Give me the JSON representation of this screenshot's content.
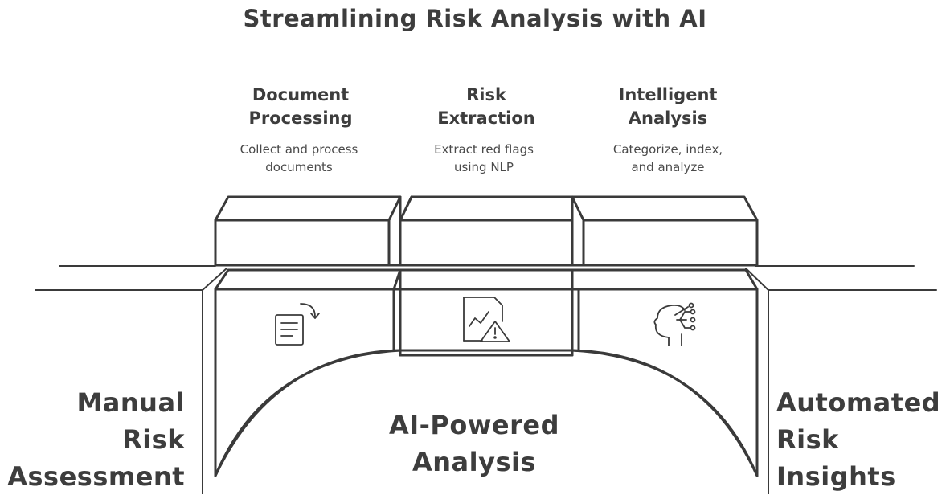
{
  "title": "Streamlining Risk Analysis with AI",
  "steps": [
    {
      "title_line1": "Document",
      "title_line2": "Processing",
      "desc_line1": "Collect and process",
      "desc_line2": "documents",
      "icon": "document-process-icon"
    },
    {
      "title_line1": "Risk",
      "title_line2": "Extraction",
      "desc_line1": "Extract red flags",
      "desc_line2": "using NLP",
      "icon": "chart-warning-icon"
    },
    {
      "title_line1": "Intelligent",
      "title_line2": "Analysis",
      "desc_line1": "Categorize, index,",
      "desc_line2": "and analyze",
      "icon": "ai-head-icon"
    }
  ],
  "left_label": {
    "line1": "Manual",
    "line2": "Risk",
    "line3": "Assessment"
  },
  "center_label": {
    "line1": "AI-Powered",
    "line2": "Analysis"
  },
  "right_label": {
    "line1": "Automated",
    "line2": "Risk",
    "line3": "Insights"
  },
  "colors": {
    "stroke": "#3a3a3a",
    "text": "#3d3d3d",
    "background": "#ffffff"
  }
}
